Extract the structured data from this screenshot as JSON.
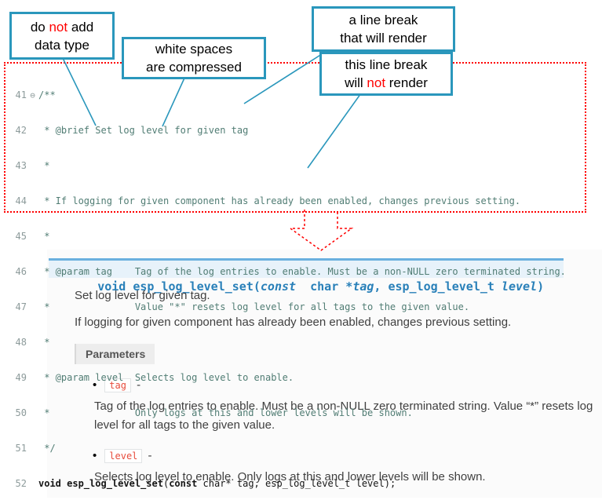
{
  "colors": {
    "callout_border": "#2a97bc",
    "annotation_red": "#ff0000",
    "dotted_outline_red": "#ff0000",
    "code_comment_teal": "#517d74",
    "signature_text": "#2980b9",
    "signature_bg": "#e7f2fa",
    "signature_top_border": "#6ab0de",
    "param_literal_red": "#e74c3c"
  },
  "callouts": {
    "datatype": {
      "l1a": "do ",
      "l1b": "not",
      "l1c": " add",
      "l2": "data type"
    },
    "whitespace": {
      "l1": "white spaces",
      "l2": "are  compressed"
    },
    "br_render": {
      "l1": "a line break",
      "l2": "that will render"
    },
    "br_norender": {
      "l1": "this line break",
      "l2a": "will ",
      "l2b": "not",
      "l2c": " render"
    }
  },
  "code": {
    "fold_marker": "⊖",
    "lines": [
      {
        "num": "41",
        "text": "/**"
      },
      {
        "num": "42",
        "text": " * @brief Set log level for given tag"
      },
      {
        "num": "43",
        "text": " *"
      },
      {
        "num": "44",
        "text": " * If logging for given component has already been enabled, changes previous setting."
      },
      {
        "num": "45",
        "text": " *"
      },
      {
        "num": "46",
        "text": " * @param tag    Tag of the log entries to enable. Must be a non-NULL zero terminated string."
      },
      {
        "num": "47",
        "text": " *               Value \"*\" resets log level for all tags to the given value."
      },
      {
        "num": "48",
        "text": " *"
      },
      {
        "num": "49",
        "text": " * @param level  Selects log level to enable."
      },
      {
        "num": "50",
        "text": " *               Only logs at this and lower levels will be shown."
      },
      {
        "num": "51",
        "text": " */"
      }
    ],
    "funcline": {
      "num": "52",
      "kw1": "void ",
      "name": "esp_log_level_set",
      "p1": "(",
      "kw2": "const",
      "rest": " char* tag, esp_log_level_t level);"
    }
  },
  "doc": {
    "signature": {
      "s1": "void ",
      "s2": "esp_log_level_set",
      "s3": "(",
      "s4": "const",
      "s5": "  char *",
      "s6": "tag",
      "s7": ", ",
      "s8": "esp_log_level_t ",
      "s9": "level",
      "s10": ")"
    },
    "p1": "Set log level for given tag.",
    "p2": "If logging for given component has already been enabled, changes previous setting.",
    "params_label": "Parameters",
    "bullet": "•",
    "params": [
      {
        "name": "tag",
        "sep": " -",
        "desc": "Tag of the log entries to enable. Must be a non-NULL zero terminated string. Value “*” resets log level for all tags to the given value."
      },
      {
        "name": "level",
        "sep": " -",
        "desc": "Selects log level to enable. Only logs at this and lower levels will be shown."
      }
    ]
  }
}
